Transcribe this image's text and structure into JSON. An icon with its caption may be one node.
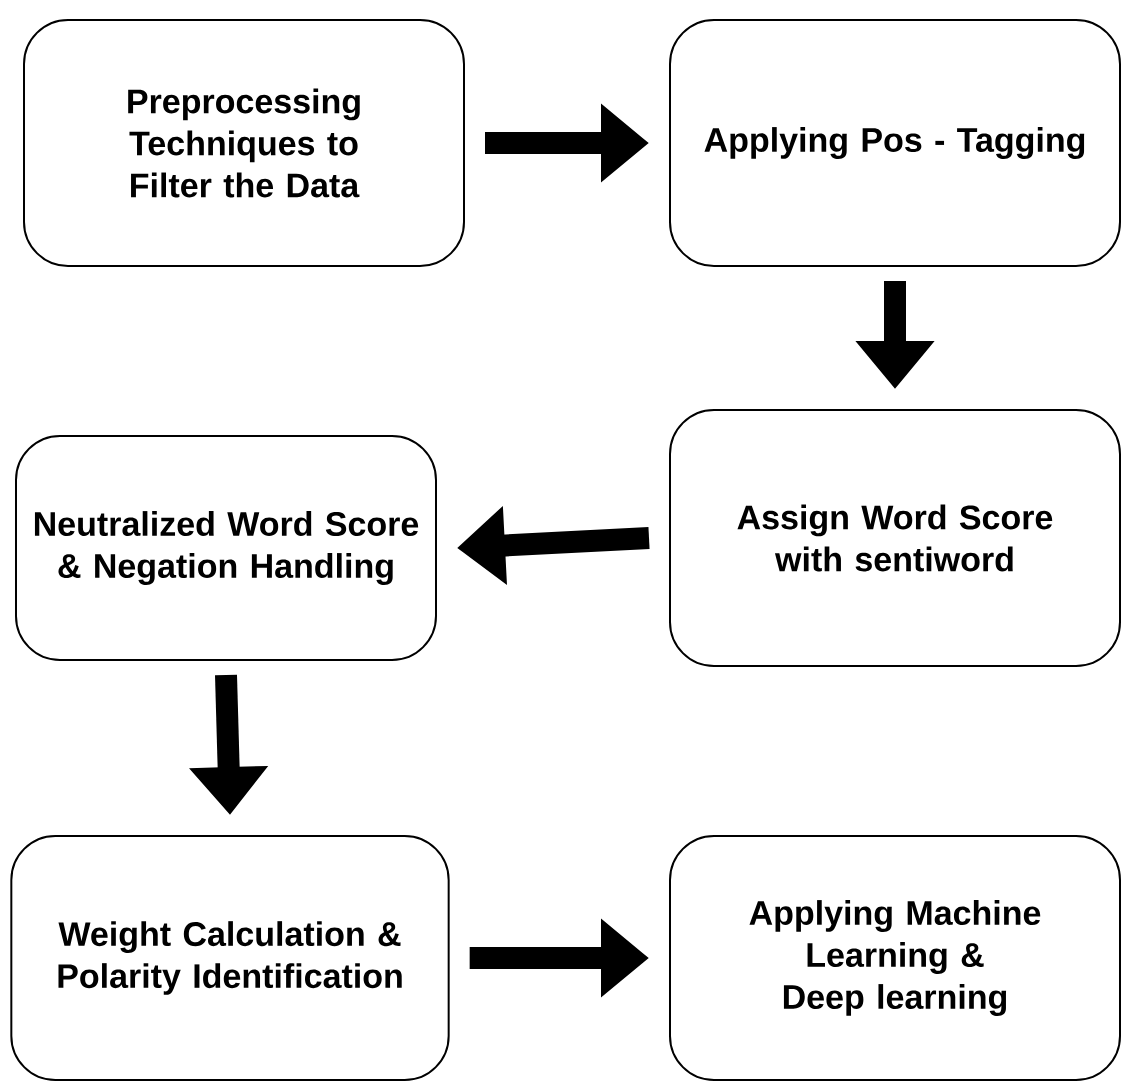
{
  "diagram": {
    "nodes": [
      {
        "text": [
          "Preprocessing Techniques to Filter the Data"
        ]
      },
      {
        "text": [
          "Applying Pos - Tagging"
        ]
      },
      {
        "text": [
          "Assign Word Score with sentiword"
        ]
      },
      {
        "text": [
          "Neutralized Word Score & Negation Handling"
        ]
      },
      {
        "text": [
          "Weight Calculation & Polarity Identification"
        ]
      },
      {
        "text": [
          "Applying Machine Learning & Deep learning"
        ]
      }
    ],
    "edges": [
      {
        "from": 0,
        "to": 1,
        "arrow": "to"
      },
      {
        "from": 1,
        "to": 2,
        "arrow": "to"
      },
      {
        "from": 2,
        "to": 3,
        "arrow": "to"
      },
      {
        "from": 3,
        "to": 4,
        "arrow": "to"
      },
      {
        "from": 4,
        "to": 5,
        "arrow": "to"
      }
    ]
  }
}
